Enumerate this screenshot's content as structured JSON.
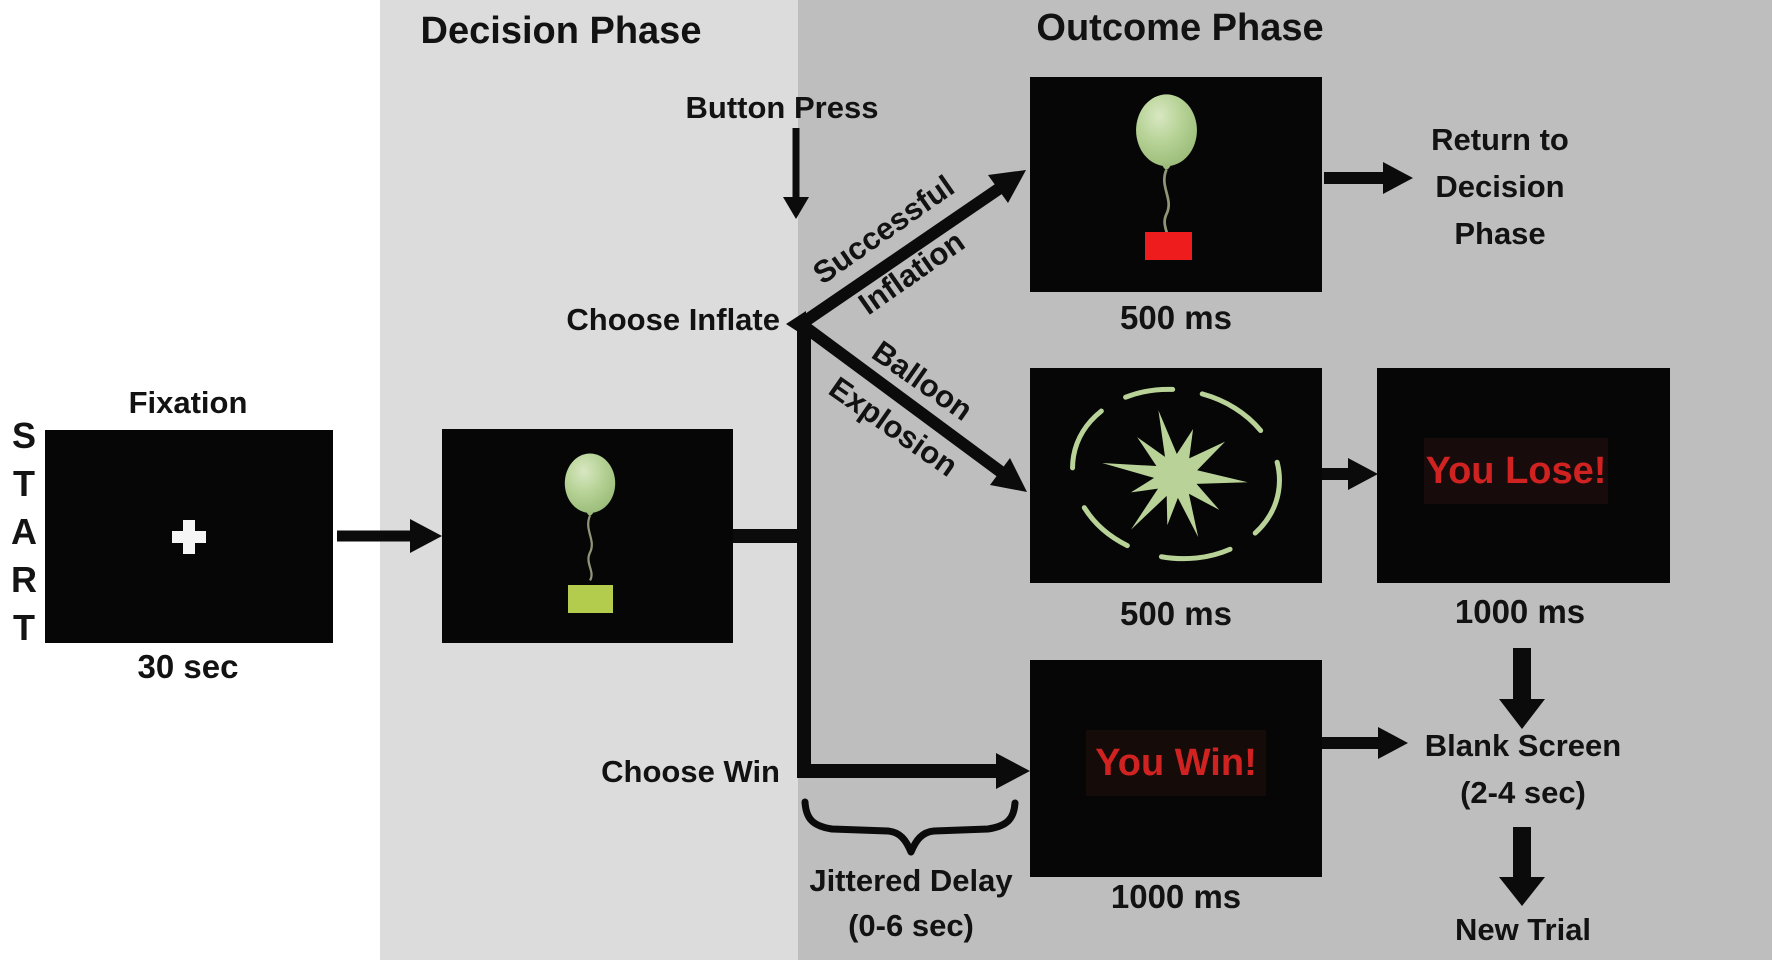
{
  "phases": {
    "decision": "Decision Phase",
    "outcome": "Outcome Phase"
  },
  "start": {
    "letters": [
      "S",
      "T",
      "A",
      "R",
      "T"
    ]
  },
  "fixation": {
    "label": "Fixation",
    "duration": "30 sec"
  },
  "decision": {
    "button_press": "Button Press",
    "choose_inflate": "Choose Inflate",
    "choose_win": "Choose Win"
  },
  "branches": {
    "successful_line1": "Successful",
    "successful_line2": "Inflation",
    "explosion_line1": "Balloon",
    "explosion_line2": "Explosion"
  },
  "outcome": {
    "inflation": {
      "duration": "500 ms",
      "return_line1": "Return to",
      "return_line2": "Decision",
      "return_line3": "Phase"
    },
    "explosion": {
      "duration": "500 ms",
      "result": "You Lose!",
      "result_duration": "1000 ms"
    },
    "win": {
      "result": "You Win!",
      "duration": "1000 ms"
    },
    "blank": {
      "line1": "Blank Screen",
      "line2": "(2-4 sec)",
      "new_trial": "New Trial"
    }
  },
  "jitter": {
    "line1": "Jittered Delay",
    "line2": "(0-6 sec)"
  },
  "colors": {
    "decision_panel": "#dcdcdc",
    "outcome_panel": "#bebebe",
    "screen_bg": "#060606",
    "balloon_green": "#b6d295",
    "explosion_green": "#b9d298",
    "inflate_rect_green": "#b3cc4e",
    "collect_rect_red": "#ee1c1c",
    "result_red": "#d12222",
    "arrow_black": "#0b0b0b"
  }
}
